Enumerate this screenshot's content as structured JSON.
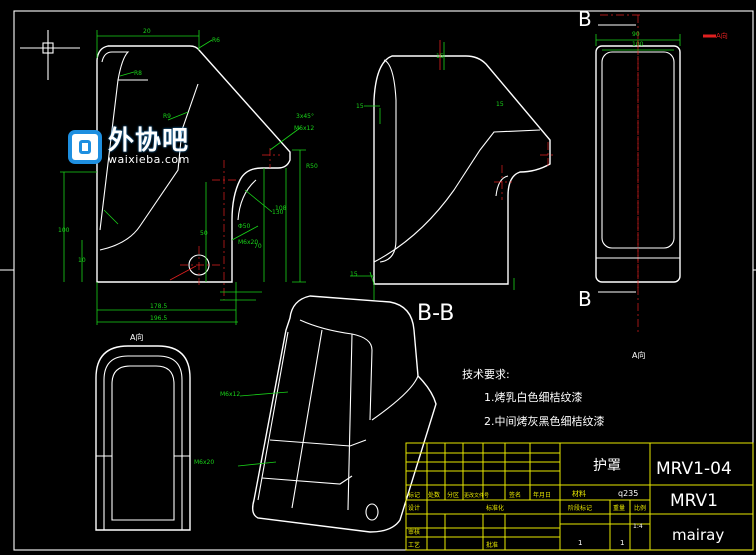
{
  "logo": {
    "name": "外协吧",
    "url": "waixieba.com"
  },
  "section": {
    "label_top": "B",
    "label_bottom": "B",
    "title": "B-B"
  },
  "view_labels": {
    "view_a_top": "A向",
    "view_a_bottom": "A向"
  },
  "tech_requirements": {
    "heading": "技术要求:",
    "items": [
      "1.烤乳白色细桔纹漆",
      "2.中间烤灰黑色细桔纹漆"
    ]
  },
  "title_block": {
    "part_name": "护罩",
    "drawing_no": "MRV1-04",
    "material": "q235",
    "project": "MRV1",
    "company": "mairay",
    "scale": "1:4",
    "row_labels": [
      "标记",
      "处数",
      "分区",
      "更改文件号",
      "签名",
      "年月日"
    ],
    "design_label": "设计",
    "standardize_label": "标准化",
    "review_label": "审核",
    "process_label": "工艺",
    "approve_label": "批准",
    "material_label": "材料",
    "stage_label": "阶段标记",
    "weight_label": "重量",
    "scale_label": "比例",
    "qty_left": "1",
    "qty_right": "1"
  },
  "dims": {
    "top_width": "20",
    "angle_top": "R6",
    "r_small": "R8",
    "r_mid": "R9",
    "r_right": "R50",
    "dim_100": "100",
    "dim_angle": "3x45°",
    "dim_130": "130",
    "dim_108": "108",
    "dim_70": "70",
    "dim_50": "50",
    "dim_10": "10",
    "dim_178": "178.5",
    "dim_196": "196.5",
    "dim_15a": "15",
    "dim_15b": "15",
    "dim_15c": "15",
    "dim_90": "90",
    "dim_100r": "100",
    "mark_phi": "Φ50",
    "callout_1": "M6x12",
    "callout_2": "M6x20"
  }
}
